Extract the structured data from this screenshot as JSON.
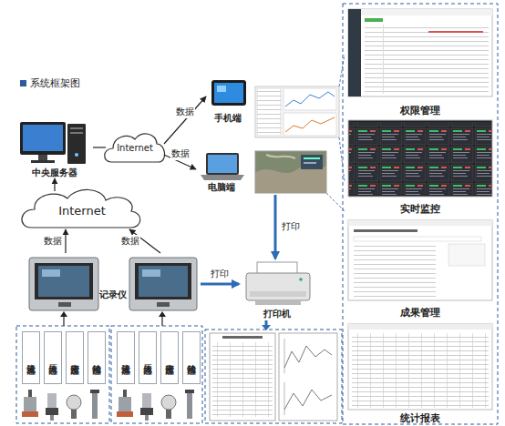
{
  "diagram": {
    "title": "系统框架图",
    "nodes": [
      {
        "text": [
          "中央服务器"
        ]
      },
      {
        "text": [
          "Internet"
        ]
      },
      {
        "text": [
          "手机端"
        ]
      },
      {
        "text": [
          "电脑端"
        ]
      },
      {
        "text": [
          "Internet"
        ]
      },
      {
        "text": [
          "记录仪"
        ]
      },
      {
        "text": [
          "打印机"
        ]
      },
      {
        "text": [
          "流量传感器"
        ]
      },
      {
        "text": [
          "压力传感器"
        ]
      },
      {
        "text": [
          "密度传感器"
        ]
      },
      {
        "text": [
          "抬动传感器"
        ]
      },
      {
        "text": [
          "流量传感器"
        ]
      },
      {
        "text": [
          "压力传感器"
        ]
      },
      {
        "text": [
          "密度传感器"
        ]
      },
      {
        "text": [
          "抬动传感器"
        ]
      },
      {
        "text": [
          "权限管理"
        ]
      },
      {
        "text": [
          "实时监控"
        ]
      },
      {
        "text": [
          "成果管理"
        ]
      },
      {
        "text": [
          "统计报表"
        ]
      }
    ],
    "edges": [
      {
        "from": 4,
        "to": 0,
        "arrow": "to"
      },
      {
        "from": 0,
        "to": 1,
        "arrow": "none"
      },
      {
        "from": 1,
        "to": 2,
        "label": "数据",
        "arrow": "to"
      },
      {
        "from": 1,
        "to": 3,
        "label": "数据",
        "arrow": "to"
      },
      {
        "from": 5,
        "to": 4,
        "label": "数据",
        "arrow": "to"
      },
      {
        "from": 5,
        "to": 4,
        "label": "数据",
        "arrow": "to"
      },
      {
        "from": 5,
        "to": 6,
        "label": "打印",
        "arrow": "to"
      },
      {
        "from": 3,
        "to": 6,
        "label": "打印",
        "arrow": "to"
      }
    ]
  }
}
